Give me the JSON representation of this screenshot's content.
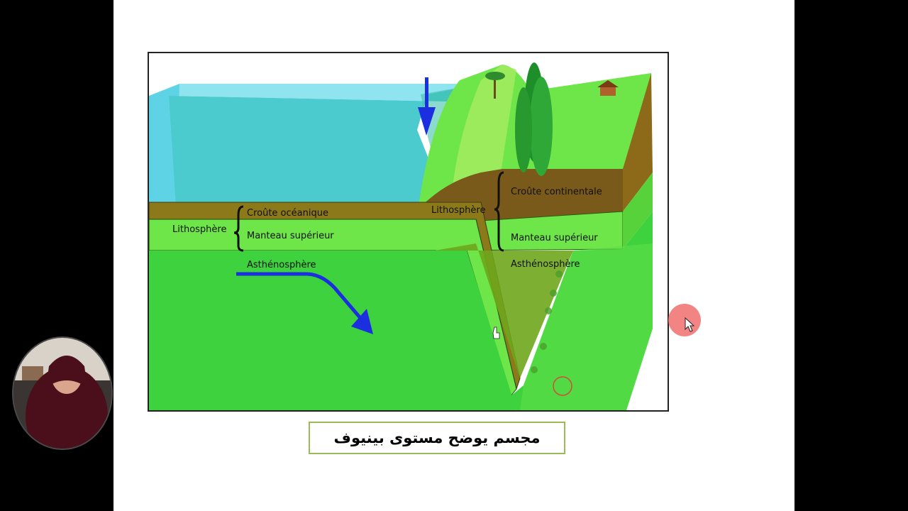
{
  "diagram": {
    "labels": {
      "oceanic_crust": "Croûte océanique",
      "lithosphere_left": "Lithosphère",
      "upper_mantle_left": "Manteau supérieur",
      "asthenosphere_left": "Asthénosphère",
      "lithosphere_right": "Lithosphère",
      "continental_crust": "Croûte continentale",
      "upper_mantle_right": "Manteau supérieur",
      "asthenosphere_right": "Asthénosphère"
    },
    "colors": {
      "ocean": "#5fd3e6",
      "crust": "#8c7a1a",
      "mantle_light": "#6ee64a",
      "asthenosphere": "#3ed23e",
      "continent_soil": "#7a5a1a",
      "arrow": "#1b2fe0"
    }
  },
  "caption": {
    "text": "مجسم يوضح مستوى بينيوف"
  },
  "overlay": {
    "cursor_highlight_color": "#f07070"
  }
}
